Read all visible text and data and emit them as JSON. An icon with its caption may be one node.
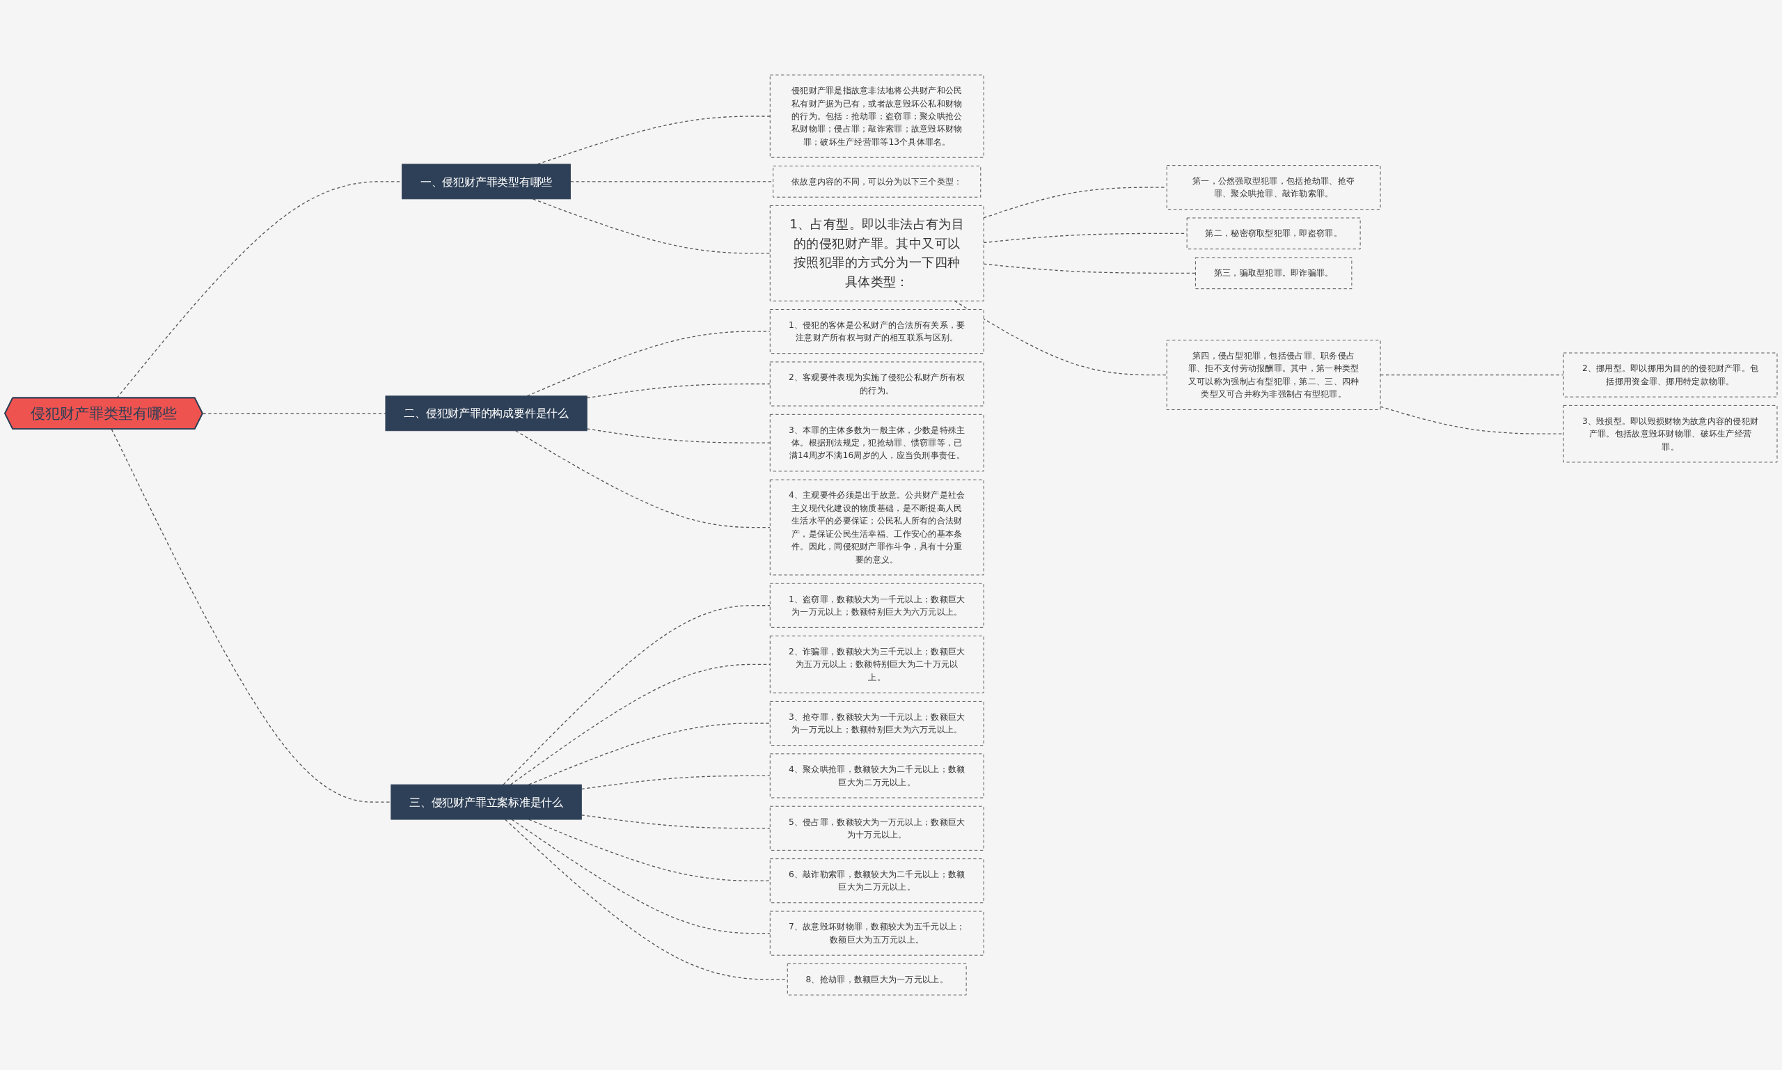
{
  "diagram": {
    "nodes": [
      {
        "text": [
          "侵犯财产罪类型有哪些"
        ]
      },
      {
        "text": [
          "一、侵犯财产罪类型有哪些"
        ]
      },
      {
        "text": [
          "侵犯财产罪是指故意非法地将公共财产和公民私有财产据为已有，或者故意毁坏公私和财物的行为。包括：抢劫罪；盗窃罪；聚众哄抢公私财物罪；侵占罪；敲诈索罪；故意毁坏财物罪；破坏生产经营罪等13个具体罪名。"
        ]
      },
      {
        "text": [
          "依故意内容的不同，可以分为以下三个类型："
        ]
      },
      {
        "text": [
          "1、占有型。即以非法占有为目的的侵犯财产罪。其中又可以按照犯罪的方式分为一下四种具体类型："
        ]
      },
      {
        "text": [
          "第一，公然强取型犯罪，包括抢劫罪、抢夺罪、聚众哄抢罪、敲诈勒索罪。"
        ]
      },
      {
        "text": [
          "第二，秘密窃取型犯罪，即盗窃罪。"
        ]
      },
      {
        "text": [
          "第三，骗取型犯罪。即诈骗罪。"
        ]
      },
      {
        "text": [
          "第四，侵占型犯罪，包括侵占罪、职务侵占罪、拒不支付劳动报酬罪。其中，第一种类型又可以称为强制占有型犯罪，第二、三、四种类型又可合并称为非强制占有型犯罪。"
        ]
      },
      {
        "text": [
          "2、挪用型。即以挪用为目的的侵犯财产罪。包括挪用资金罪、挪用特定款物罪。"
        ]
      },
      {
        "text": [
          "3、毁损型。即以毁损财物为故意内容的侵犯财产罪。包括故意毁坏财物罪、破坏生产经营罪。"
        ]
      },
      {
        "text": [
          "二、侵犯财产罪的构成要件是什么"
        ]
      },
      {
        "text": [
          "1、侵犯的客体是公私财产的合法所有关系，要注意财产所有权与财产的相互联系与区别。"
        ]
      },
      {
        "text": [
          "2、客观要件表现为实施了侵犯公私财产所有权的行为。"
        ]
      },
      {
        "text": [
          "3、本罪的主体多数为一般主体，少数是特殊主体。根据刑法规定，犯抢劫罪、惯窃罪等，已满14周岁不满16周岁的人，应当负刑事责任。"
        ]
      },
      {
        "text": [
          "4、主观要件必须是出于故意。公共财产是社会主义现代化建设的物质基础，是不断提高人民生活水平的必要保证；公民私人所有的合法财产，是保证公民生活幸福、工作安心的基本条件。因此，同侵犯财产罪作斗争，具有十分重要的意义。"
        ]
      },
      {
        "text": [
          "三、侵犯财产罪立案标准是什么"
        ]
      },
      {
        "text": [
          "1、盗窃罪，数额较大为一千元以上；数额巨大为一万元以上；数额特别巨大为六万元以上。"
        ]
      },
      {
        "text": [
          "2、诈骗罪，数额较大为三千元以上；数额巨大为五万元以上；数额特别巨大为二十万元以上。"
        ]
      },
      {
        "text": [
          "3、抢夺罪，数额较大为一千元以上；数额巨大为一万元以上；数额特别巨大为六万元以上。"
        ]
      },
      {
        "text": [
          "4、聚众哄抢罪，数额较大为二千元以上；数额巨大为二万元以上。"
        ]
      },
      {
        "text": [
          "5、侵占罪，数额较大为一万元以上；数额巨大为十万元以上。"
        ]
      },
      {
        "text": [
          "6、敲诈勒索罪，数额较大为二千元以上；数额巨大为二万元以上。"
        ]
      },
      {
        "text": [
          "7、故意毁坏财物罪，数额较大为五千元以上；数额巨大为五万元以上。"
        ]
      },
      {
        "text": [
          "8、抢劫罪，数额巨大为一万元以上。"
        ]
      }
    ],
    "edges": [
      {
        "from": 0,
        "to": 1,
        "arrow": "none",
        "style": "dashed"
      },
      {
        "from": 0,
        "to": 11,
        "arrow": "none",
        "style": "dashed"
      },
      {
        "from": 0,
        "to": 16,
        "arrow": "none",
        "style": "dashed"
      },
      {
        "from": 1,
        "to": 2,
        "arrow": "none",
        "style": "dashed"
      },
      {
        "from": 1,
        "to": 3,
        "arrow": "none",
        "style": "dashed"
      },
      {
        "from": 1,
        "to": 4,
        "arrow": "none",
        "style": "dashed"
      },
      {
        "from": 4,
        "to": 5,
        "arrow": "none",
        "style": "dashed"
      },
      {
        "from": 4,
        "to": 6,
        "arrow": "none",
        "style": "dashed"
      },
      {
        "from": 4,
        "to": 7,
        "arrow": "none",
        "style": "dashed"
      },
      {
        "from": 4,
        "to": 8,
        "arrow": "none",
        "style": "dashed"
      },
      {
        "from": 8,
        "to": 9,
        "arrow": "none",
        "style": "dashed"
      },
      {
        "from": 8,
        "to": 10,
        "arrow": "none",
        "style": "dashed"
      },
      {
        "from": 11,
        "to": 12,
        "arrow": "none",
        "style": "dashed"
      },
      {
        "from": 11,
        "to": 13,
        "arrow": "none",
        "style": "dashed"
      },
      {
        "from": 11,
        "to": 14,
        "arrow": "none",
        "style": "dashed"
      },
      {
        "from": 11,
        "to": 15,
        "arrow": "none",
        "style": "dashed"
      },
      {
        "from": 16,
        "to": 17,
        "arrow": "none",
        "style": "dashed"
      },
      {
        "from": 16,
        "to": 18,
        "arrow": "none",
        "style": "dashed"
      },
      {
        "from": 16,
        "to": 19,
        "arrow": "none",
        "style": "dashed"
      },
      {
        "from": 16,
        "to": 20,
        "arrow": "none",
        "style": "dashed"
      },
      {
        "from": 16,
        "to": 21,
        "arrow": "none",
        "style": "dashed"
      },
      {
        "from": 16,
        "to": 22,
        "arrow": "none",
        "style": "dashed"
      },
      {
        "from": 16,
        "to": 23,
        "arrow": "none",
        "style": "dashed"
      },
      {
        "from": 16,
        "to": 24,
        "arrow": "none",
        "style": "dashed"
      }
    ]
  }
}
